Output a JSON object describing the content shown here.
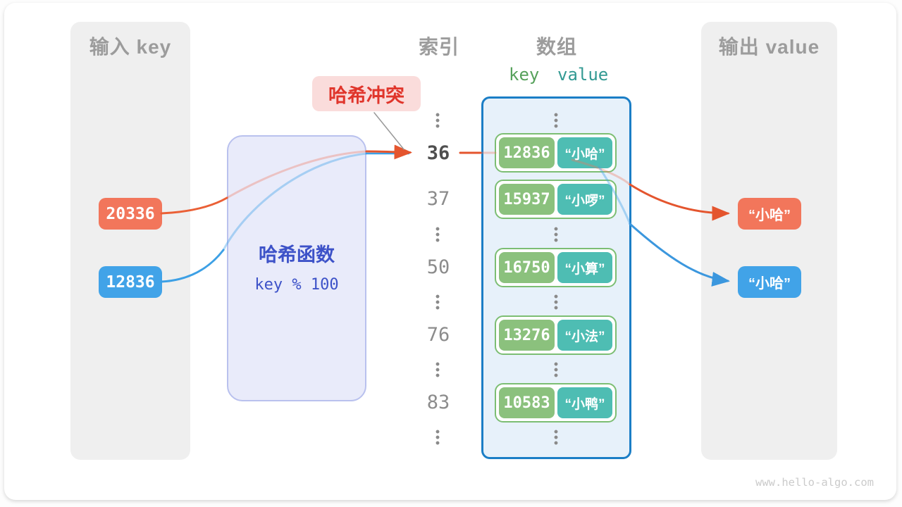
{
  "watermark": "www.hello-algo.com",
  "input_column": {
    "title": "输入 key",
    "keys": [
      {
        "label": "20336"
      },
      {
        "label": "12836"
      }
    ]
  },
  "output_column": {
    "title": "输出 value",
    "values": [
      {
        "label": "“小哈”"
      },
      {
        "label": "“小哈”"
      }
    ]
  },
  "hash_function": {
    "title": "哈希函数",
    "formula": "key % 100"
  },
  "collision": {
    "label": "哈希冲突"
  },
  "index_column": {
    "title": "索引",
    "items": [
      "36",
      "37",
      "50",
      "76",
      "83"
    ]
  },
  "array": {
    "title": "数组",
    "key_header": "key",
    "value_header": "value",
    "pairs": [
      {
        "key": "12836",
        "value": "“小哈”"
      },
      {
        "key": "15937",
        "value": "“小啰”"
      },
      {
        "key": "16750",
        "value": "“小算”"
      },
      {
        "key": "13276",
        "value": "“小法”"
      },
      {
        "key": "10583",
        "value": "“小鸭”"
      }
    ]
  },
  "colors": {
    "orange": "#F2765B",
    "blue": "#41A3E8",
    "key_green": "#8BC17D",
    "value_teal": "#4EBDB3",
    "array_border": "#1B7EC6",
    "hash_text": "#3D52C8",
    "collision_red": "#E0352B",
    "collision_bg": "#FADCDB",
    "column_bg": "#EFEFEF",
    "header_gray": "#9C9C9C"
  }
}
